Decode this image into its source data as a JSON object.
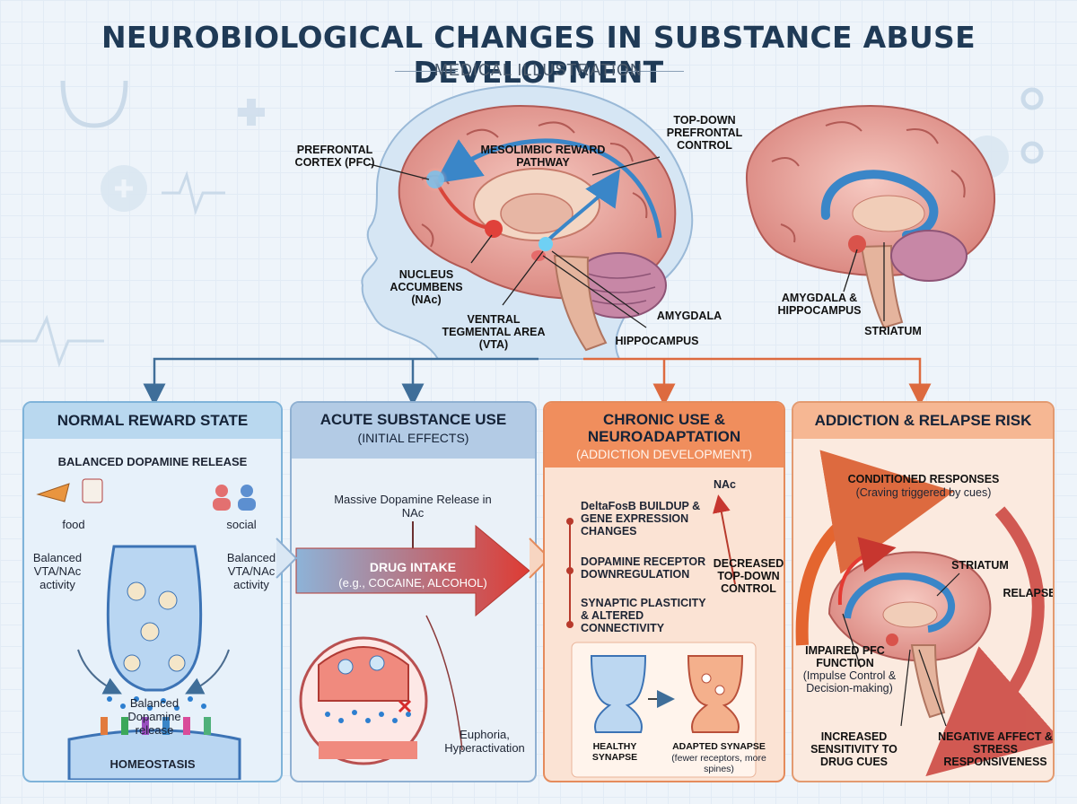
{
  "header": {
    "title": "NEUROBIOLOGICAL CHANGES IN SUBSTANCE ABUSE DEVELOPMENT",
    "subtitle": "MEDICAL ILLUSTRATION"
  },
  "brain_labels": {
    "pfc": "PREFRONTAL CORTEX (PFC)",
    "mesolimbic": "MESOLIMBIC REWARD PATHWAY",
    "topdown": "TOP-DOWN PREFRONTAL CONTROL",
    "nac": "NUCLEUS ACCUMBENS (NAc)",
    "vta": "VENTRAL TEGMENTAL AREA (VTA)",
    "amygdala": "AMYGDALA",
    "hippocampus": "HIPPOCAMPUS",
    "amyg_hippo": "AMYGDALA & HIPPOCAMPUS",
    "striatum": "STRIATUM"
  },
  "panel1": {
    "title": "NORMAL REWARD STATE",
    "balanced_release": "BALANCED DOPAMINE RELEASE",
    "food": "food",
    "social": "social",
    "left_activity": "Balanced VTA/NAc activity",
    "right_activity": "Balanced VTA/NAc activity",
    "dopamine": "Balanced Dopamine release",
    "homeostasis": "HOMEOSTASIS"
  },
  "panel2": {
    "title": "ACUTE SUBSTANCE USE",
    "subtitle": "(INITIAL EFFECTS)",
    "massive": "Massive Dopamine Release in NAc",
    "drug_intake": "DRUG INTAKE",
    "drug_examples": "(e.g., COCAINE, ALCOHOL)",
    "euphoria": "Euphoria, Hyperactivation"
  },
  "panel3": {
    "title": "CHRONIC USE & NEUROADAPTATION",
    "subtitle": "(ADDICTION DEVELOPMENT)",
    "nac": "NAc",
    "bullet1": "DeltaFosB BUILDUP & GENE EXPRESSION CHANGES",
    "bullet2": "DOPAMINE RECEPTOR DOWNREGULATION",
    "bullet3": "SYNAPTIC PLASTICITY & ALTERED CONNECTIVITY",
    "decreased": "DECREASED TOP-DOWN CONTROL",
    "healthy": "HEALTHY SYNAPSE",
    "adapted": "ADAPTED SYNAPSE",
    "adapted_note": "(fewer receptors, more spines)"
  },
  "panel4": {
    "title": "ADDICTION & RELAPSE RISK",
    "conditioned": "CONDITIONED RESPONSES",
    "conditioned_note": "(Craving triggered by cues)",
    "striatum": "STRIATUM",
    "relapse": "RELAPSE",
    "impaired": "IMPAIRED PFC FUNCTION",
    "impaired_note": "(Impulse Control & Decision-making)",
    "sensitivity": "INCREASED SENSITIVITY TO DRUG CUES",
    "negative": "NEGATIVE AFFECT & STRESS RESPONSIVENESS"
  },
  "colors": {
    "blue_pathway": "#3a86c8",
    "red_pathway": "#d9453a",
    "brain_pink": "#e9a7a0",
    "header_blue": "#1f3a56"
  }
}
